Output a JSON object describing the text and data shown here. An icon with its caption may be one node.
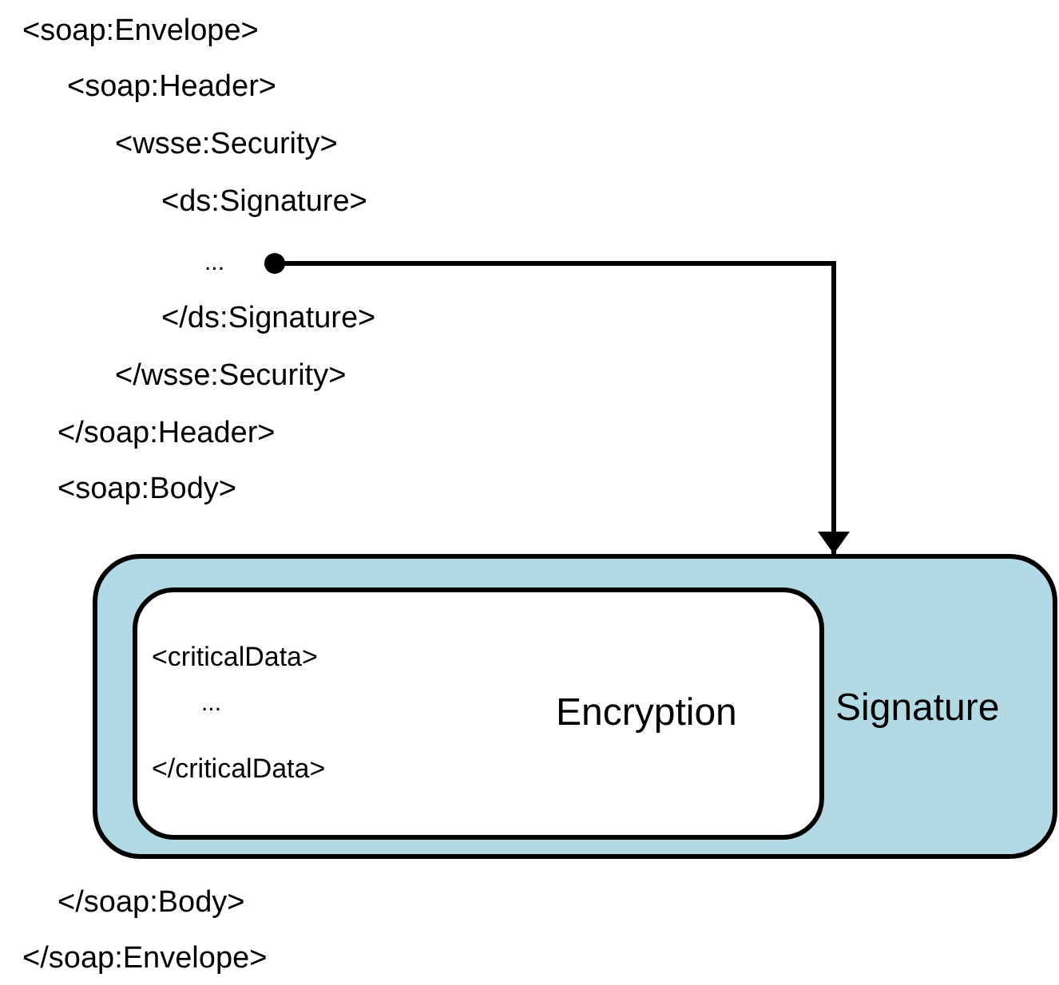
{
  "diagram": {
    "nodes": [
      {
        "text": [
          "..."
        ]
      },
      {
        "text": [
          "Signature"
        ]
      },
      {
        "text": [
          "<criticalData>",
          "...",
          "</criticalData>",
          "Encryption"
        ],
        "in": 1
      }
    ],
    "edges": [
      {
        "from": 0,
        "to": 1,
        "arrow": "to"
      }
    ],
    "labels": [
      "<soap:Envelope>",
      "<soap:Header>",
      "<wsse:Security>",
      "<ds:Signature>",
      "</ds:Signature>",
      "</wsse:Security>",
      "</soap:Header>",
      "<soap:Body>",
      "</soap:Body>",
      "</soap:Envelope>"
    ]
  }
}
